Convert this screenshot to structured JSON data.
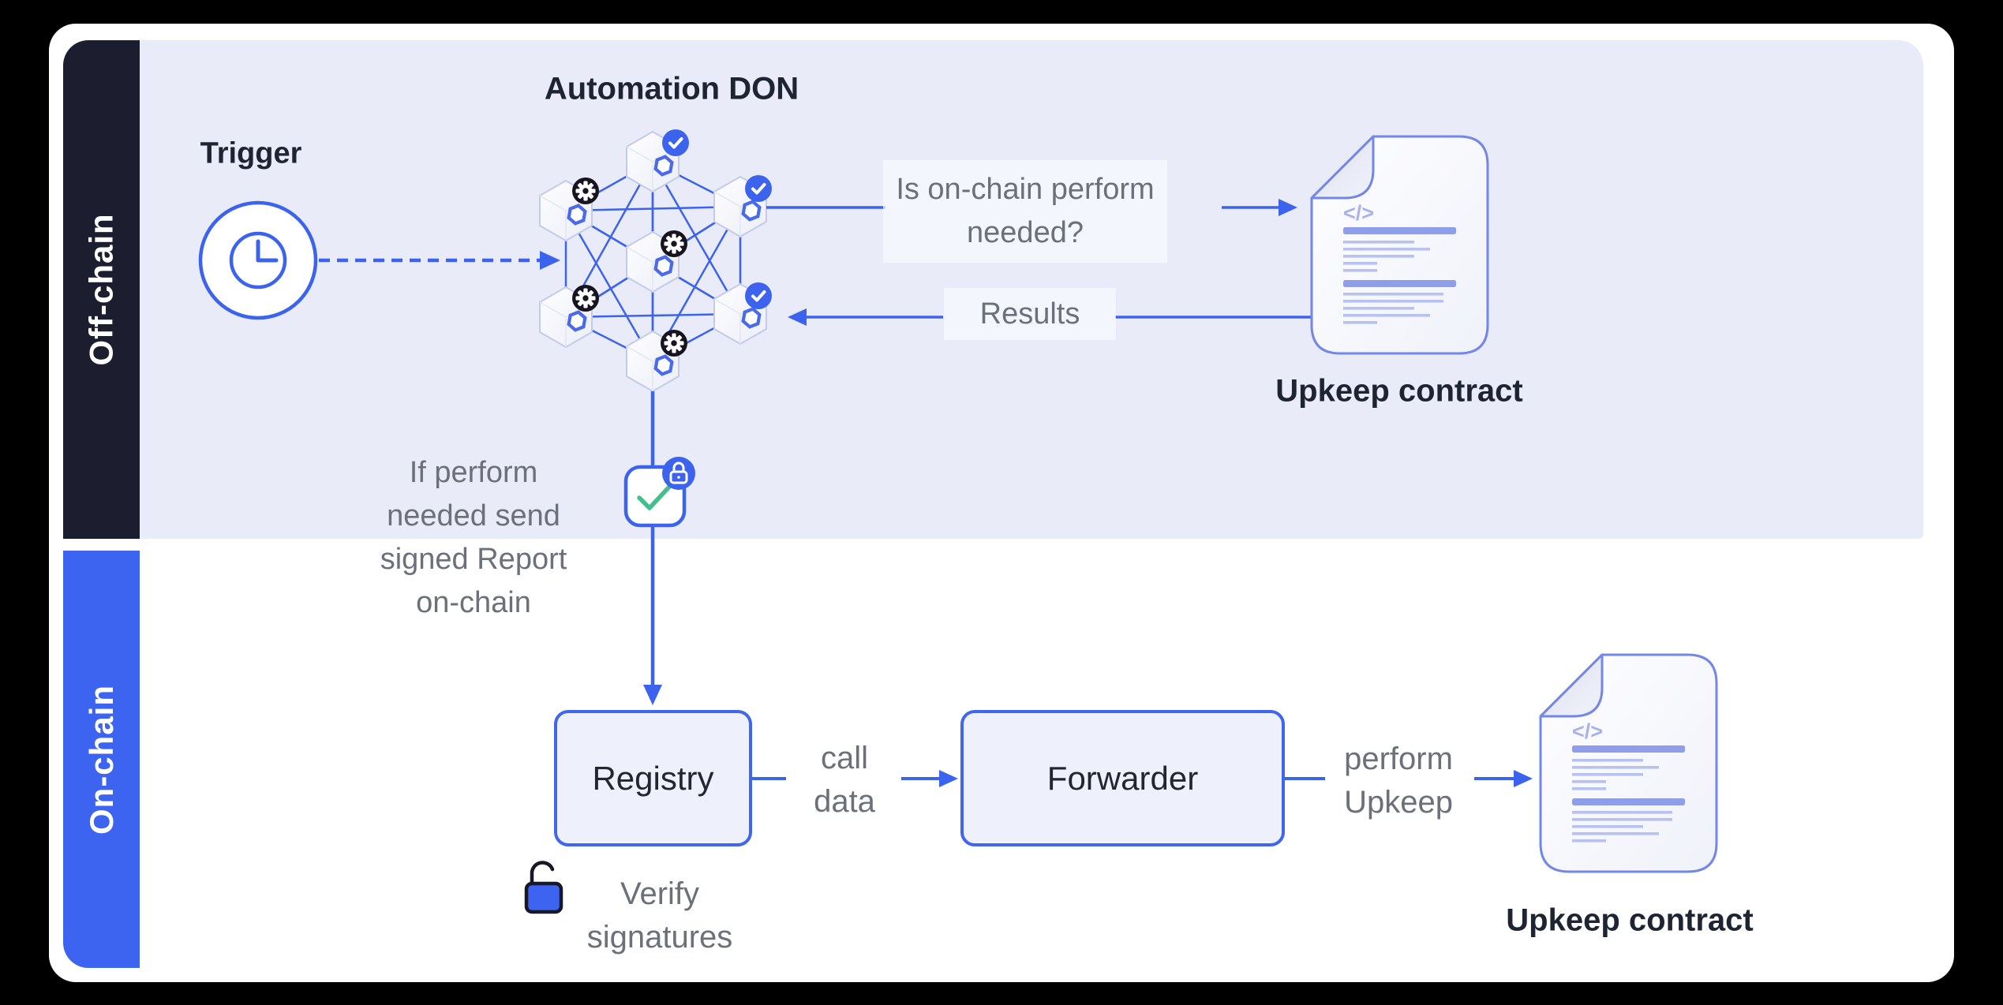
{
  "rails": {
    "off_chain": "Off-chain",
    "on_chain": "On-chain"
  },
  "off_chain": {
    "trigger_label": "Trigger",
    "automation_don_label": "Automation DON",
    "question": {
      "line1": "Is on-chain perform",
      "line2": "needed?"
    },
    "results_label": "Results",
    "upkeep_contract_label": "Upkeep contract",
    "report_note": {
      "line1": "If perform",
      "line2": "needed send",
      "line3": "signed Report",
      "line4": "on-chain"
    }
  },
  "on_chain": {
    "registry_label": "Registry",
    "call_data": {
      "line1": "call",
      "line2": "data"
    },
    "forwarder_label": "Forwarder",
    "perform_upkeep": {
      "line1": "perform",
      "line2": "Upkeep"
    },
    "verify_signatures": {
      "line1": "Verify",
      "line2": "signatures"
    },
    "upkeep_contract_label": "Upkeep contract"
  },
  "icons": {
    "code_glyph": "</>",
    "names": [
      "clock-icon",
      "gear-badge-icon",
      "check-badge-icon",
      "lock-badge-icon",
      "checkmark-icon",
      "unlock-icon",
      "code-icon",
      "document-icon",
      "hexagon-node-icon"
    ]
  },
  "colors": {
    "accent_blue": "#3C63EE",
    "rail_blue": "#3C64F0",
    "rail_dark": "#1C1D2E",
    "lavender_band": "#E9EBF9",
    "box_fill": "#EEF0FC",
    "box_border": "#4166EE",
    "doc_border": "#7287E8",
    "doc_bar": "#8E9EE9",
    "doc_line": "#B7C2F0",
    "code_icon": "#A7B2ED",
    "green_check": "#43BE8C",
    "badge_black": "#17141F",
    "gray_text": "#6B7079",
    "dark_text": "#1F2433"
  }
}
